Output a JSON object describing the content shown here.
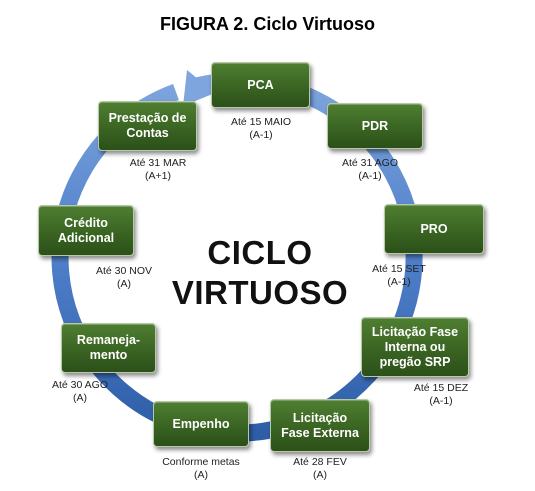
{
  "figure_title": "FIGURA 2. Ciclo Virtuoso",
  "center_text": {
    "line1": "CICLO",
    "line2": "VIRTUOSO"
  },
  "colors": {
    "box_green": "#3a6422",
    "ring_blue": "#4a7bc4"
  },
  "stages": [
    {
      "label": "PCA",
      "deadline": "Até 15 MAIO",
      "ref": "(A-1)"
    },
    {
      "label": "PDR",
      "deadline": "Até 31 AGO",
      "ref": "(A-1)"
    },
    {
      "label": "PRO",
      "deadline": "Até 15 SET",
      "ref": "(A-1)"
    },
    {
      "label": "Licitação Fase Interna ou pregão SRP",
      "deadline": "Até 15 DEZ",
      "ref": "(A-1)"
    },
    {
      "label": "Licitação Fase Externa",
      "deadline": "Até 28 FEV",
      "ref": "(A)"
    },
    {
      "label": "Empenho",
      "deadline": "Conforme metas",
      "ref": "(A)"
    },
    {
      "label": "Remaneja-mento",
      "deadline": "Até 30 AGO",
      "ref": "(A)"
    },
    {
      "label": "Crédito Adicional",
      "deadline": "Até 30 NOV",
      "ref": "(A)"
    },
    {
      "label": "Prestação de Contas",
      "deadline": "Até 31 MAR",
      "ref": "(A+1)"
    }
  ]
}
